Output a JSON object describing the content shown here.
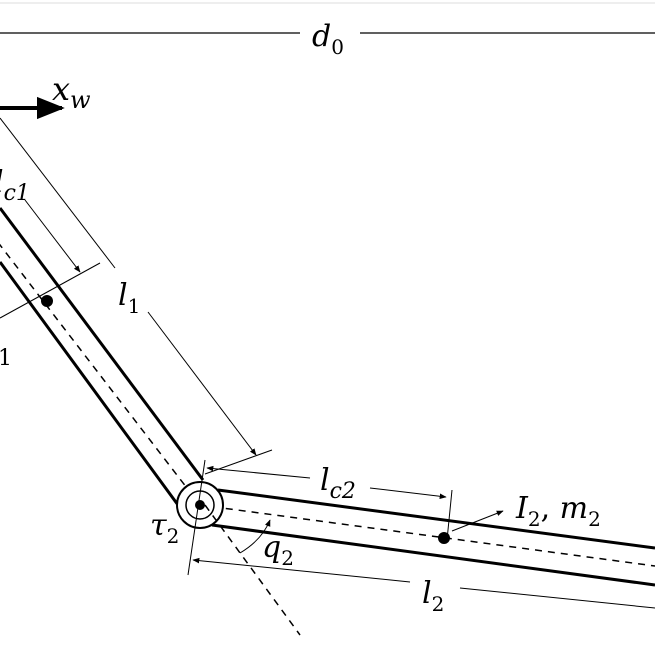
{
  "labels": {
    "d0": {
      "main": "d",
      "sub": "0"
    },
    "xw": {
      "main": "x",
      "sub": "w"
    },
    "lc1": {
      "main": "l",
      "sub": "c1"
    },
    "l1": {
      "main": "l",
      "sub": "1"
    },
    "m1_partial": {
      "sub": "1"
    },
    "lc2": {
      "main": "l",
      "sub": "c2"
    },
    "I2m2": {
      "main1": "I",
      "sub1": "2",
      "sep": ", ",
      "main2": "m",
      "sub2": "2"
    },
    "tau2": {
      "main": "τ",
      "sub": "2"
    },
    "q2": {
      "main": "q",
      "sub": "2"
    },
    "l2": {
      "main": "l",
      "sub": "2"
    }
  }
}
